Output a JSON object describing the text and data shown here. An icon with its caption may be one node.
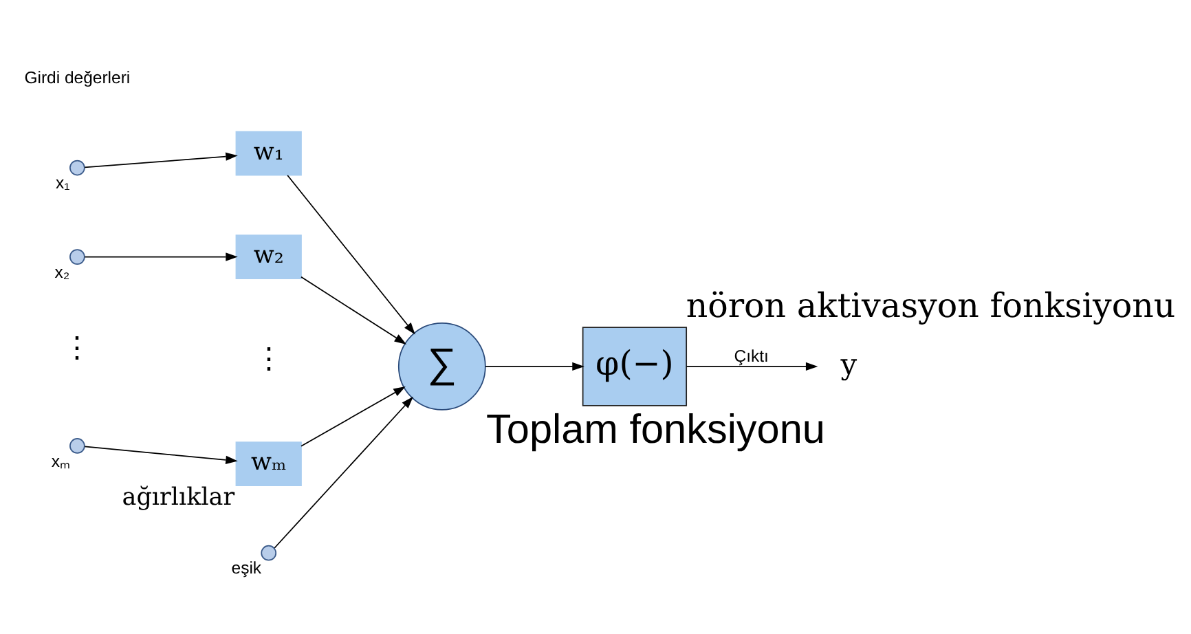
{
  "diagram": {
    "nodes": [
      {
        "text": [],
        "shape": "circle",
        "beside": [
          "x₁"
        ]
      },
      {
        "text": [],
        "shape": "circle",
        "beside": [
          "x₂"
        ]
      },
      {
        "text": [],
        "shape": "circle",
        "beside": [
          "xₘ"
        ]
      },
      {
        "text": [
          "w₁"
        ]
      },
      {
        "text": [
          "w₂"
        ]
      },
      {
        "text": [
          "wₘ"
        ],
        "beside": [
          "ağırlıklar"
        ]
      },
      {
        "text": [],
        "shape": "circle",
        "beside": [
          "eşik"
        ]
      },
      {
        "text": [
          "∑"
        ],
        "beside": [
          "Toplam fonksiyonu"
        ]
      },
      {
        "text": [
          "φ(−)"
        ],
        "beside": [
          "nöron aktivasyon fonksiyonu"
        ]
      },
      {
        "text": [
          "y"
        ]
      }
    ],
    "edges": [
      {
        "from": 0,
        "to": 3,
        "arrow": "to"
      },
      {
        "from": 1,
        "to": 4,
        "arrow": "to"
      },
      {
        "from": 2,
        "to": 5,
        "arrow": "to"
      },
      {
        "from": 3,
        "to": 7,
        "arrow": "to"
      },
      {
        "from": 4,
        "to": 7,
        "arrow": "to"
      },
      {
        "from": 5,
        "to": 7,
        "arrow": "to"
      },
      {
        "from": 6,
        "to": 7,
        "arrow": "to"
      },
      {
        "from": 7,
        "to": 8,
        "arrow": "to"
      },
      {
        "from": 8,
        "to": 9,
        "arrow": "to",
        "label": "Çıktı"
      }
    ],
    "labels": [
      "Girdi değerleri",
      "⋮",
      "⋮"
    ]
  }
}
